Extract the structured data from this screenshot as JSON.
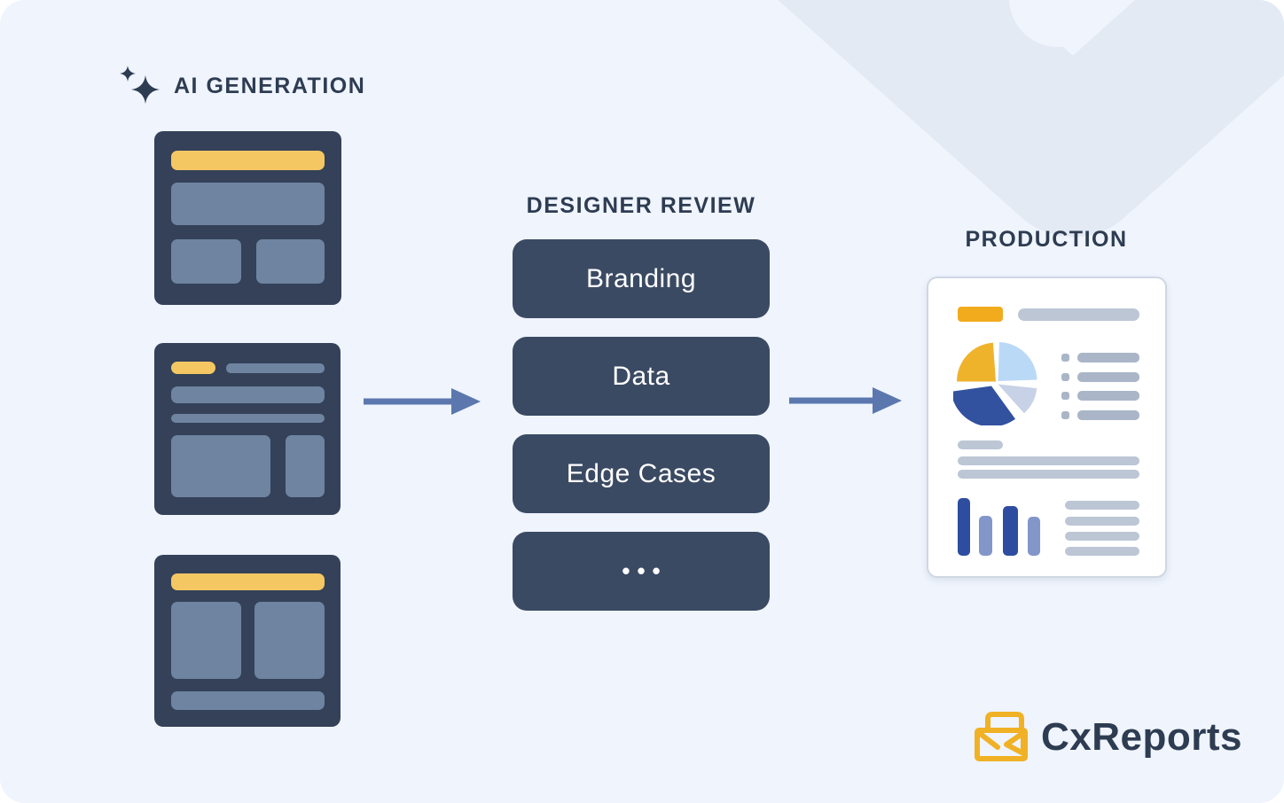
{
  "workflow": {
    "ai_generation": {
      "label": "AI GENERATION"
    },
    "designer_review": {
      "label": "DESIGNER REVIEW",
      "buttons": [
        "Branding",
        "Data",
        "Edge Cases",
        "•••"
      ]
    },
    "production": {
      "label": "PRODUCTION"
    }
  },
  "brand": {
    "name": "CxReports"
  },
  "icons": {
    "sparkles-icon": "✦",
    "envelope-report-icon": "✉",
    "flow-arrow-icon": "→",
    "checkmark-watermark": "✓"
  },
  "colors": {
    "panel_background": "#eff4fd",
    "watermark": "#e4eaf4",
    "card_navy": "#344158",
    "button_navy": "#3b4a63",
    "slate_placeholder": "#6e84a1",
    "soft_yellow": "#f4c763",
    "accent_yellow": "#f2ab1d",
    "arrow_blue": "#5b77ae",
    "heading_text": "#2e3c52",
    "pie_yellow": "#efb32b",
    "pie_light_blue": "#bad9f7",
    "pie_pale": "#c8d2e6",
    "pie_dark_blue": "#32519f",
    "logo_yellow": "#f0b125"
  }
}
